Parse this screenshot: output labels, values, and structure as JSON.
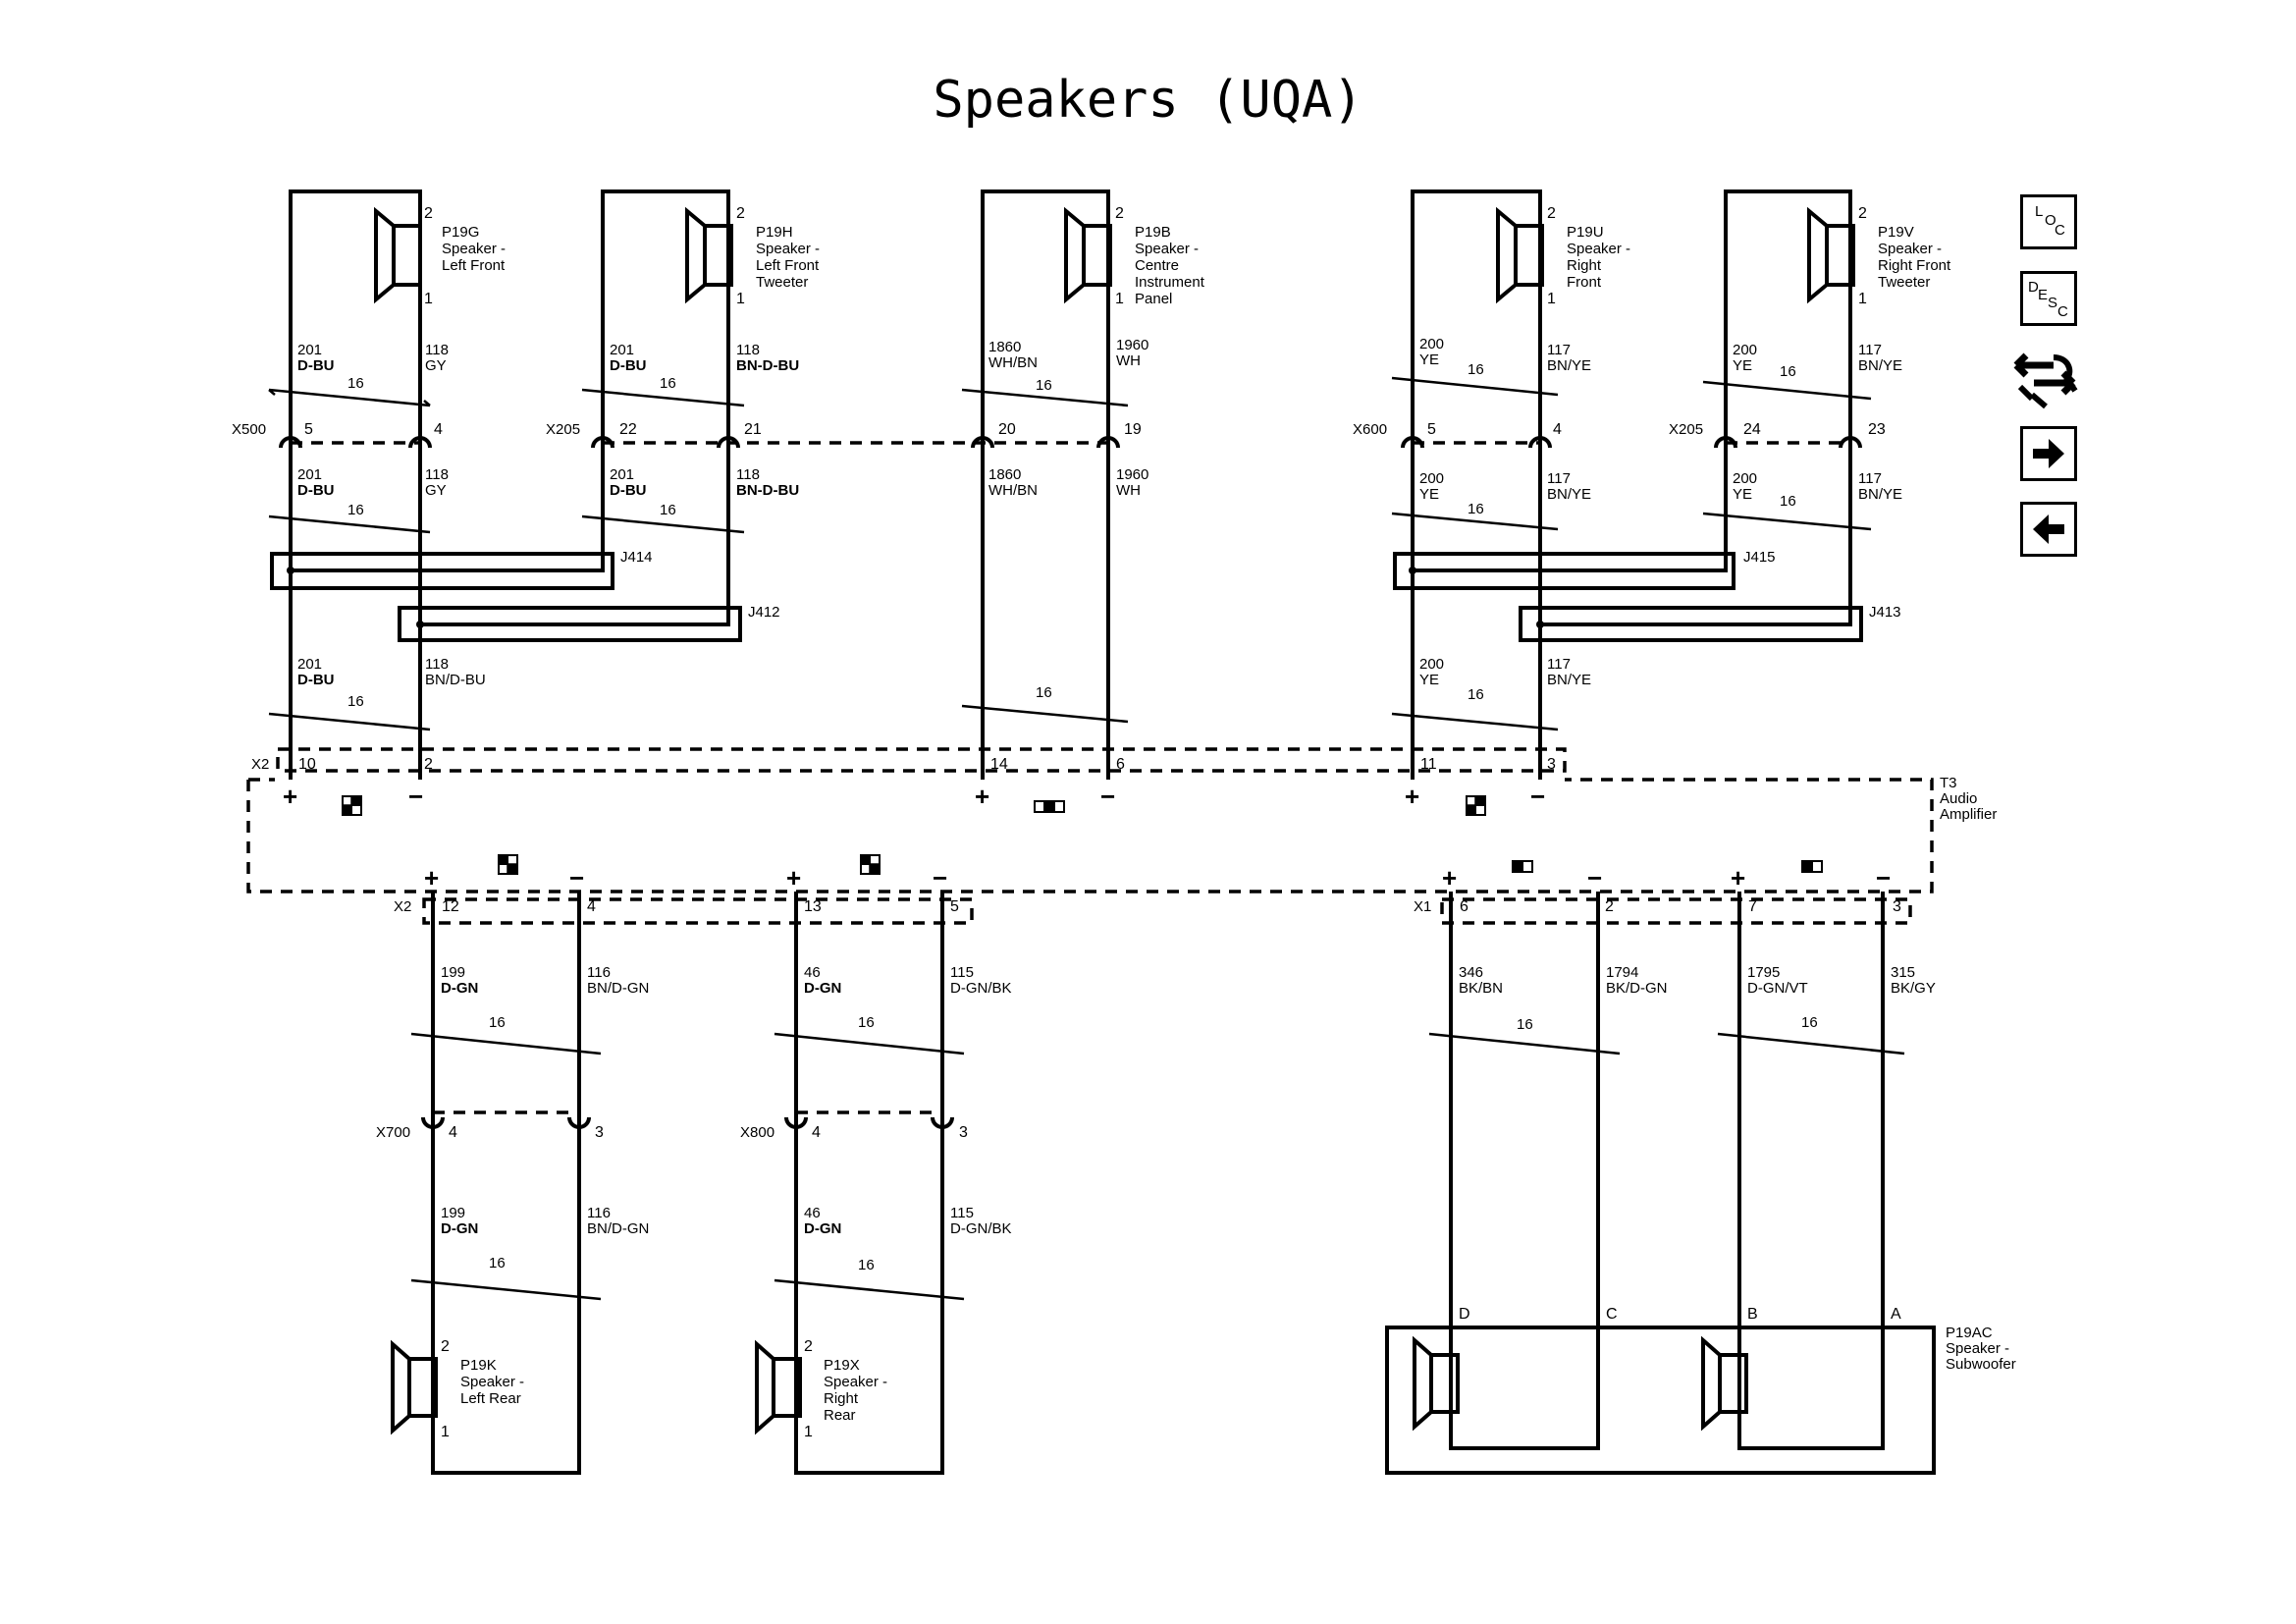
{
  "title": "Speakers (UQA)",
  "nav": {
    "loc": [
      "L",
      "O",
      "C"
    ],
    "desc": [
      "D",
      "E",
      "S",
      "C"
    ]
  },
  "components": {
    "p19g": [
      "P19G",
      "Speaker -",
      "Left Front"
    ],
    "p19h": [
      "P19H",
      "Speaker -",
      "Left Front",
      "Tweeter"
    ],
    "p19b": [
      "P19B",
      "Speaker -",
      "Centre",
      "Instrument",
      "Panel"
    ],
    "p19u": [
      "P19U",
      "Speaker -",
      "Right",
      "Front"
    ],
    "p19v": [
      "P19V",
      "Speaker -",
      "Right Front",
      "Tweeter"
    ],
    "p19k": [
      "P19K",
      "Speaker -",
      "Left Rear"
    ],
    "p19x": [
      "P19X",
      "Speaker -",
      "Right",
      "Rear"
    ],
    "p19ac": [
      "P19AC",
      "Speaker -",
      "Subwoofer"
    ],
    "t3": [
      "T3",
      "Audio",
      "Amplifier"
    ]
  },
  "connectors": {
    "x500": "X500",
    "x205": "X205",
    "x600": "X600",
    "x700": "X700",
    "x800": "X800",
    "x2": "X2",
    "x1": "X1",
    "j414": "J414",
    "j412": "J412",
    "j415": "J415",
    "j413": "J413"
  },
  "pins": {
    "n1": "1",
    "n2": "2",
    "n3": "3",
    "n4": "4",
    "n5": "5",
    "n6": "6",
    "n7": "7",
    "n10": "10",
    "n11": "11",
    "n12": "12",
    "n13": "13",
    "n14": "14",
    "n19": "19",
    "n20": "20",
    "n21": "21",
    "n22": "22",
    "n23": "23",
    "n24": "24",
    "a": "A",
    "b": "B",
    "c": "C",
    "d": "D",
    "plus": "+",
    "minus": "−"
  },
  "gauge": "16",
  "circuits": {
    "c201": "201",
    "c118": "118",
    "c1860": "1860",
    "c1960": "1960",
    "c200": "200",
    "c117": "117",
    "c199": "199",
    "c116": "116",
    "c46": "46",
    "c115": "115",
    "c346": "346",
    "c1794": "1794",
    "c1795": "1795",
    "c315": "315"
  },
  "colors": {
    "dbu": "D-BU",
    "gy": "GY",
    "bndbu": "BN-D-BU",
    "bnslashdbu": "BN/D-BU",
    "whbn": "WH/BN",
    "wh": "WH",
    "ye": "YE",
    "bnye": "BN/YE",
    "dgn": "D-GN",
    "bndgn": "BN/D-GN",
    "dgnbk": "D-GN/BK",
    "bkbn": "BK/BN",
    "bkdgn": "BK/D-GN",
    "dgnvt": "D-GN/VT",
    "bkgy": "BK/GY"
  }
}
